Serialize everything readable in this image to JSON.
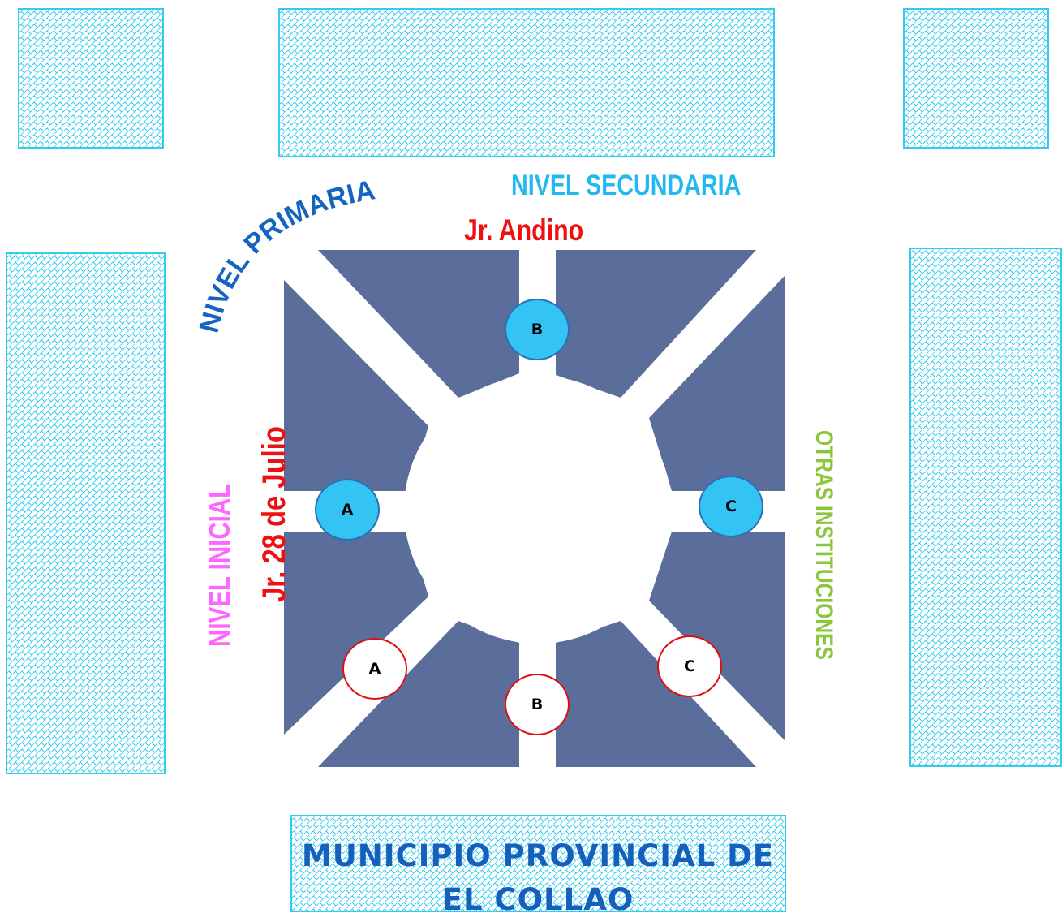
{
  "colors": {
    "block_border": "#33ccee",
    "plaza_fill": "#5b6d9b",
    "secundaria": "#22b8f0",
    "primaria": "#1565c0",
    "street": "#ee1111",
    "inicial": "#ff66ff",
    "otras": "#8cc63f",
    "municipio": "#1560bd"
  },
  "labels": {
    "nivel_secundaria": "NIVEL SECUNDARIA",
    "nivel_primaria": "NIVEL PRIMARIA",
    "jr_andino": "Jr. Andino",
    "nivel_inicial": "NIVEL INICIAL",
    "jr_28_julio": "Jr. 28 de Julio",
    "otras_instituciones": "OTRAS INSTITUCIONES",
    "municipio": "MUNICIPIO PROVINCIAL DE EL COLLAO"
  },
  "markers": {
    "blue_top": "B",
    "blue_left": "A",
    "blue_right": "C",
    "red_left": "A",
    "red_bottom": "B",
    "red_right": "C"
  }
}
